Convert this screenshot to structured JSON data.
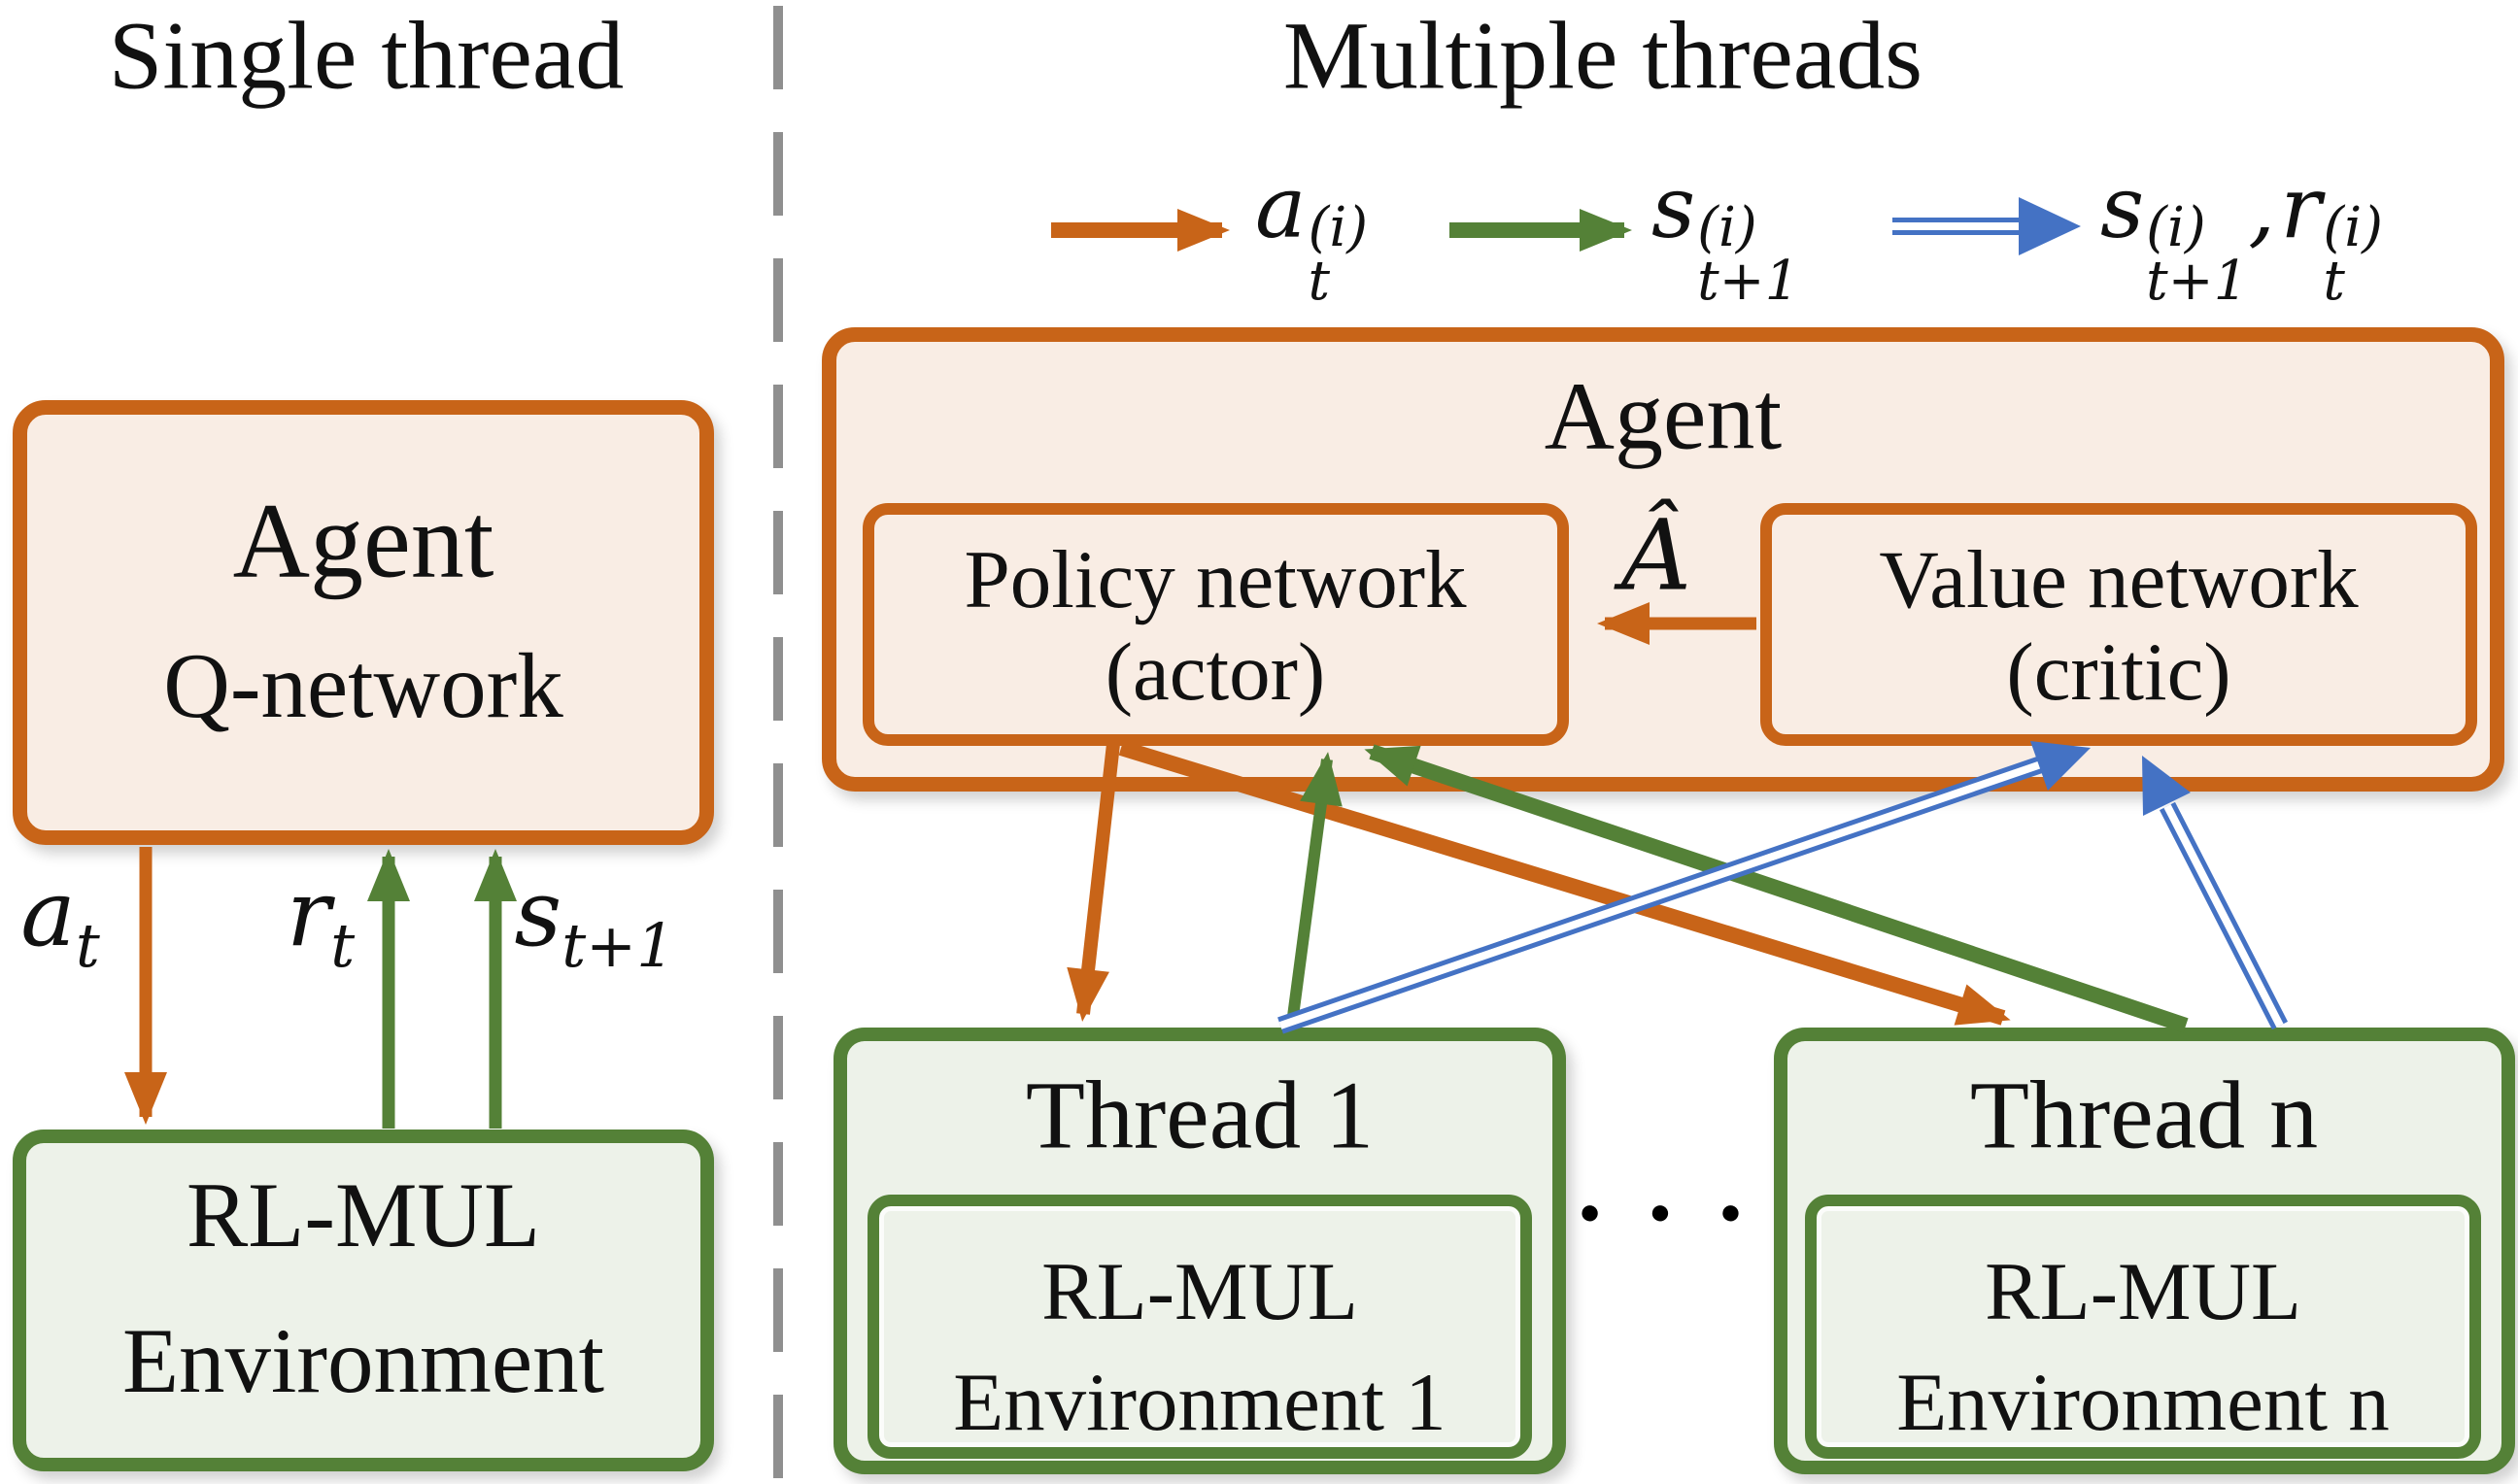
{
  "titles": {
    "single": "Single thread",
    "multiple": "Multiple threads"
  },
  "legend": {
    "action": {
      "base": "a",
      "sub": "t",
      "sup": "(i)"
    },
    "state": {
      "base": "s",
      "sub": "t+1",
      "sup": "(i)"
    },
    "state_reward": {
      "s_base": "s",
      "s_sub": "t+1",
      "s_sup": "(i)",
      "comma": ",",
      "r_base": "r",
      "r_sub": "t",
      "r_sup": "(i)"
    }
  },
  "single": {
    "agent_box": {
      "title": "Agent",
      "subtitle": "Q-network"
    },
    "env_box": {
      "line1": "RL-MUL",
      "line2": "Environment"
    },
    "labels": {
      "action": {
        "base": "a",
        "sub": "t"
      },
      "reward": {
        "base": "r",
        "sub": "t"
      },
      "state": {
        "base": "s",
        "sub": "t+1"
      }
    }
  },
  "multi": {
    "agent_box": {
      "title": "Agent"
    },
    "policy_box": {
      "line1": "Policy network",
      "line2": "(actor)"
    },
    "value_box": {
      "line1": "Value network",
      "line2": "(critic)"
    },
    "advantage_label": "Â",
    "thread1": {
      "title": "Thread 1",
      "env": {
        "line1": "RL-MUL",
        "line2": "Environment 1"
      }
    },
    "threadn": {
      "title": "Thread n",
      "env": {
        "line1": "RL-MUL",
        "line2": "Environment n"
      }
    },
    "ellipsis": "● ● ●"
  },
  "colors": {
    "orange": "#C86418",
    "green": "#548137",
    "blue": "#4472C4",
    "fillOrange": "#F9EDE4",
    "fillGreen": "#EDF2E9",
    "gray": "#8F8F8F"
  }
}
